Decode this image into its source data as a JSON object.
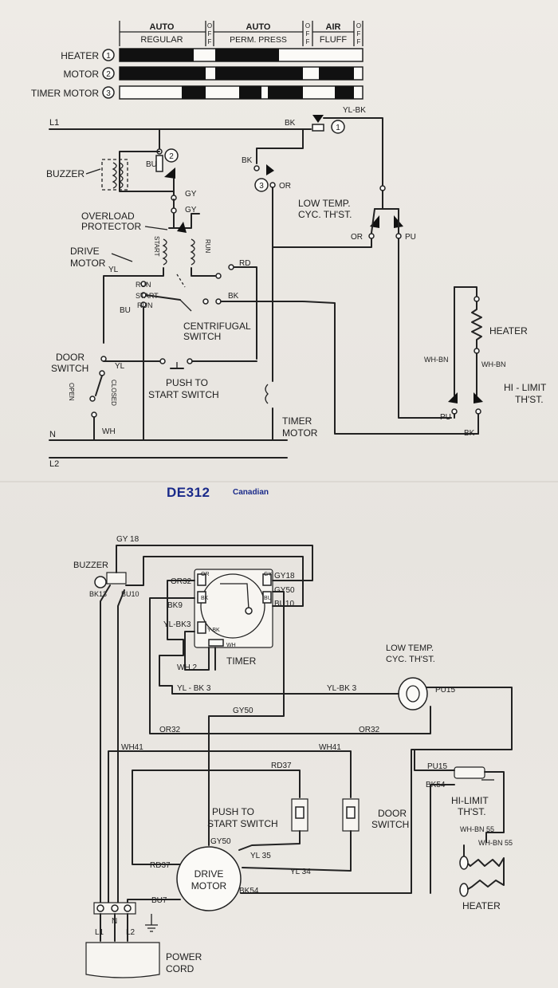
{
  "timer_chart": {
    "headers": [
      {
        "group": "AUTO",
        "sub": "REGULAR"
      },
      {
        "group": "",
        "sub": "OFF"
      },
      {
        "group": "AUTO",
        "sub": "PERM. PRESS"
      },
      {
        "group": "",
        "sub": "OFF"
      },
      {
        "group": "AIR",
        "sub": "FLUFF"
      },
      {
        "group": "",
        "sub": "OFF"
      }
    ],
    "off_letters": [
      "O",
      "F",
      "F"
    ],
    "rows": [
      {
        "label": "HEATER",
        "num": "1"
      },
      {
        "label": "MOTOR",
        "num": "2"
      },
      {
        "label": "TIMER MOTOR",
        "num": "3"
      }
    ]
  },
  "schematic": {
    "labels": {
      "l1": "L1",
      "l2": "L2",
      "n": "N",
      "bk": "BK",
      "yl_bk": "YL-BK",
      "bu": "BU",
      "gy": "GY",
      "or": "OR",
      "pu": "PU",
      "rd": "RD",
      "yl": "YL",
      "wh": "WH",
      "wh_bn": "WH-BN",
      "buzzer": "BUZZER",
      "overload_1": "OVERLOAD",
      "overload_2": "PROTECTOR",
      "drive_1": "DRIVE",
      "drive_2": "MOTOR",
      "start_v": "START",
      "run_v": "RUN",
      "run": "RUN",
      "start": "START",
      "centrifugal_1": "CENTRIFUGAL",
      "centrifugal_2": "SWITCH",
      "door_1": "DOOR",
      "door_2": "SWITCH",
      "open": "OPEN",
      "closed": "CLOSED",
      "push_1": "PUSH TO",
      "push_2": "START SWITCH",
      "timer_1": "TIMER",
      "timer_2": "MOTOR",
      "lowtemp_1": "LOW TEMP.",
      "lowtemp_2": "CYC. TH'ST.",
      "heater": "HEATER",
      "hilimit_1": "HI - LIMIT",
      "hilimit_2": "TH'ST.",
      "num1": "1",
      "num2": "2",
      "num3": "3"
    }
  },
  "model": {
    "name": "DE312",
    "region": "Canadian"
  },
  "wiring": {
    "labels": {
      "gy18": "GY 18",
      "buzzer": "BUZZER",
      "bk13": "BK13",
      "bu10": "BU10",
      "or32": "OR32",
      "bk9": "BK9",
      "yl_bk3": "YL-BK3",
      "gy18b": "GY18",
      "gy50": "GY50",
      "bu10b": "BU10",
      "timer": "TIMER",
      "wh2": "WH 2",
      "yl_bk_3": "YL - BK 3",
      "yl_bk_3b": "YL-BK 3",
      "gy50b": "GY50",
      "or32b": "OR32",
      "or32c": "OR32",
      "wh41": "WH41",
      "wh41b": "WH41",
      "rd37": "RD37",
      "rd37b": "RD37",
      "pu15": "PU15",
      "pu15b": "PU15",
      "bk54": "BK54",
      "bk54b": "BK54",
      "lowtemp_1": "LOW TEMP.",
      "lowtemp_2": "CYC. TH'ST.",
      "hilimit_1": "HI-LIMIT",
      "hilimit_2": "TH'ST.",
      "whbn55": "WH-BN 55",
      "whbn55b": "WH-BN 55",
      "heater": "HEATER",
      "push_1": "PUSH TO",
      "push_2": "START SWITCH",
      "door_1": "DOOR",
      "door_2": "SWITCH",
      "gy50c": "GY50",
      "yl35": "YL 35",
      "yl34": "YL 34",
      "drive_1": "DRIVE",
      "drive_2": "MOTOR",
      "bu7": "BU7",
      "l1": "L1",
      "n": "N",
      "l2": "L2",
      "power_1": "POWER",
      "power_2": "CORD",
      "tb_or": "OR",
      "tb_bk": "BK",
      "tb_ybk": "Y-BK",
      "tb_gy": "GY",
      "tb_bu": "BU",
      "tb_wh": "WH"
    }
  }
}
